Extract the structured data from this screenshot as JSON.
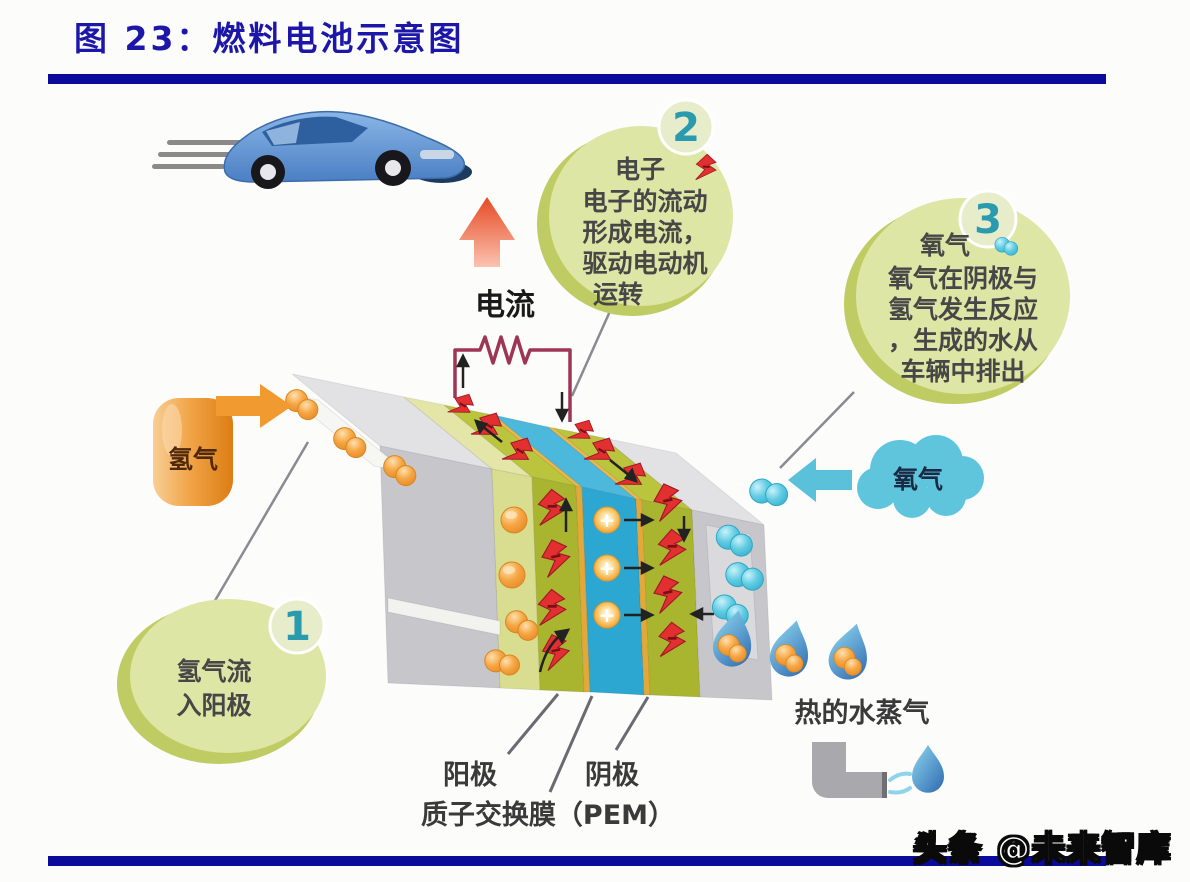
{
  "figure": {
    "title": "图 23：燃料电池示意图"
  },
  "labels": {
    "current": "电流",
    "hydrogen": "氢气",
    "oxygen": "氧气",
    "anode": "阳极",
    "cathode": "阴极",
    "membrane": "质子交换膜（PEM）",
    "steam": "热的水蒸气",
    "proton_plus": "+"
  },
  "callouts": [
    {
      "number": "1",
      "lines": [
        "氢气流",
        "入阳极"
      ]
    },
    {
      "number": "2",
      "title": "电子",
      "lines": [
        "电子的流动",
        "形成电流，",
        "驱动电动机",
        "运转"
      ]
    },
    {
      "number": "3",
      "title": "氧气",
      "lines": [
        "氧气在阴极与",
        "氢气发生反应",
        "，生成的水从",
        "车辆中排出"
      ]
    }
  ],
  "watermark": {
    "text": "头条 @未来智库"
  },
  "icons": {
    "electron": "lightning-bolt-icon",
    "oxygen_molecule": "double-circle-molecule-icon",
    "water": "droplet-icon",
    "speed": "motion-lines-icon"
  },
  "colors": {
    "title_blue": "#1c17a9",
    "rule_blue": "#0b0b9b",
    "bubble_green": "#dde6a4",
    "bubble_shadow": "#bfcc63",
    "number_teal": "#2a9aae",
    "plate_gray": "#c7c7cb",
    "plate_gray_top": "#e2e2e4",
    "gdl_light_green": "#d9dd90",
    "electrode_olive": "#a9b52f",
    "membrane_blue": "#2ba7d1",
    "catalyst_orange": "#e2a838",
    "h2_orange": "#f09a30",
    "o2_cyan": "#5ec5dd",
    "bolt_red": "#e23030",
    "circuit_crimson": "#9e3456",
    "car_blue": "#5d92d0",
    "text_gray": "#474747"
  }
}
